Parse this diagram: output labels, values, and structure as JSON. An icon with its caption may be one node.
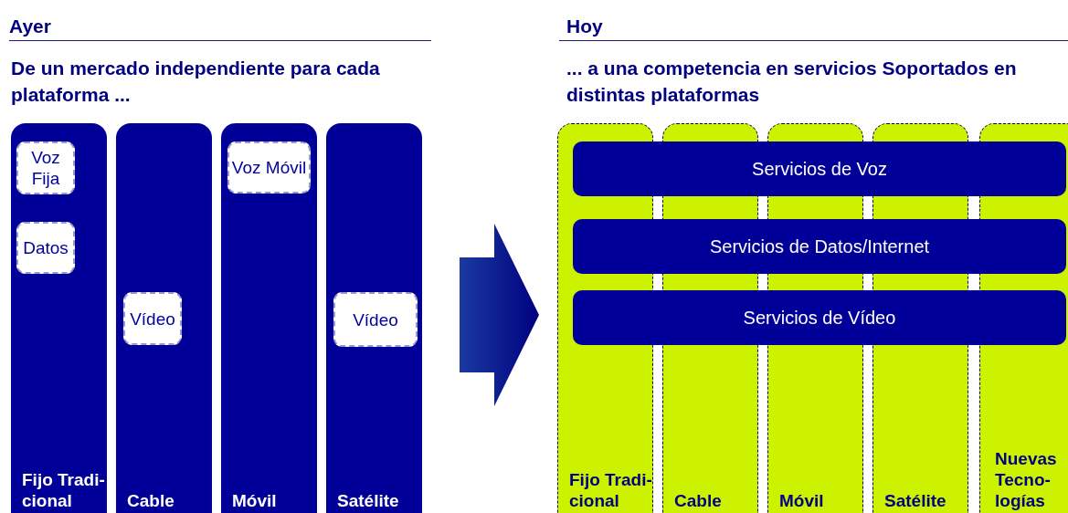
{
  "diagram": {
    "nodes": [
      {
        "text": [
          "Fijo Tradi- cional"
        ]
      },
      {
        "text": [
          "Voz Fija"
        ],
        "in": 0
      },
      {
        "text": [
          "Datos"
        ],
        "in": 0
      },
      {
        "text": [
          "Cable"
        ]
      },
      {
        "text": [
          "Vídeo"
        ],
        "in": 3
      },
      {
        "text": [
          "Móvil"
        ]
      },
      {
        "text": [
          "Voz Móvil"
        ],
        "in": 5
      },
      {
        "text": [
          "Satélite"
        ]
      },
      {
        "text": [
          "Vídeo"
        ],
        "in": 7
      },
      {
        "text": [],
        "shape": "arrow"
      },
      {
        "text": [
          "Fijo Tradi- cional"
        ]
      },
      {
        "text": [
          "Cable"
        ]
      },
      {
        "text": [
          "Móvil"
        ]
      },
      {
        "text": [
          "Satélite"
        ]
      },
      {
        "text": [
          "Nuevas Tecno- logías"
        ]
      },
      {
        "text": [
          "Servicios de Voz"
        ]
      },
      {
        "text": [
          "Servicios de Datos/Internet"
        ]
      },
      {
        "text": [
          "Servicios de Vídeo"
        ]
      }
    ],
    "edges": [],
    "labels": [
      "Ayer",
      "De un mercado independiente para cada plataforma ...",
      "Hoy",
      "... a una competencia en servicios Soportados en distintas plataformas"
    ]
  }
}
